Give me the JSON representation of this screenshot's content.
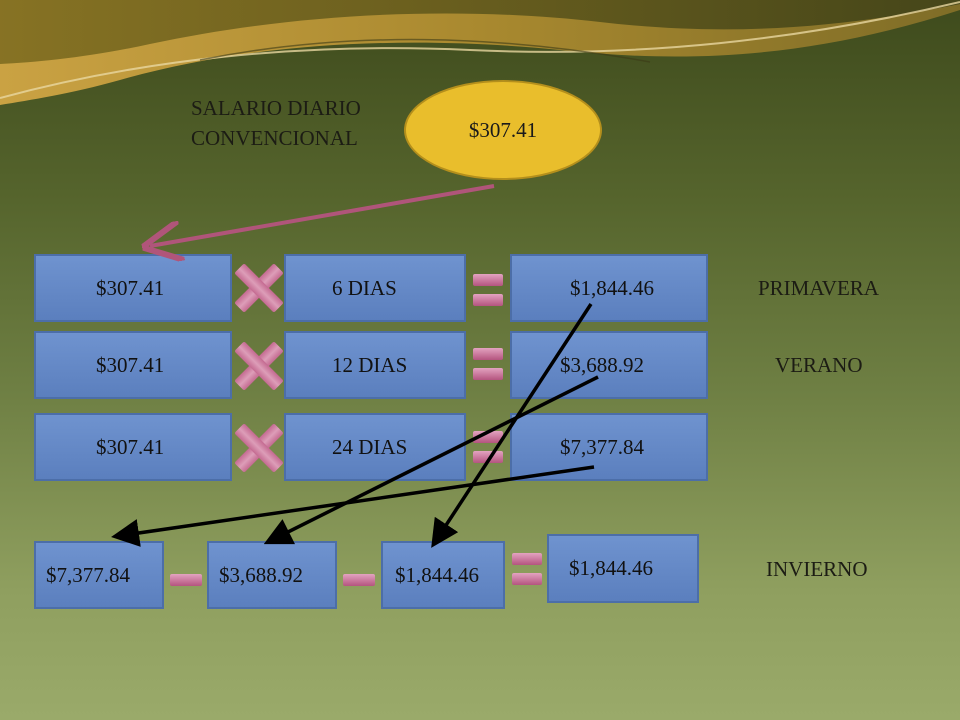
{
  "header": {
    "label_line1": "SALARIO DIARIO",
    "label_line2": "CONVENCIONAL",
    "salary": "$307.41"
  },
  "rows": [
    {
      "salary": "$307.41",
      "days": "6  DIAS",
      "result": "$1,844.46",
      "season": "PRIMAVERA"
    },
    {
      "salary": "$307.41",
      "days": "12  DIAS",
      "result": "$3,688.92",
      "season": "VERANO"
    },
    {
      "salary": "$307.41",
      "days": "24  DIAS",
      "result": "$7,377.84",
      "season": ""
    }
  ],
  "bottom": {
    "first": "$7,377.84",
    "second": "$3,688.92",
    "third": "$1,844.46",
    "result": "$1,844.46",
    "season": "INVIERNO"
  },
  "colors": {
    "box_blue": "#5b7fbe",
    "oval_yellow": "#e9be2c",
    "operator_pink": "#c46a91",
    "arrow_pink": "#b0557a",
    "arrow_black": "#000000"
  },
  "icons": {
    "multiply": "multiply-icon",
    "equals": "equals-icon",
    "minus": "minus-icon"
  }
}
